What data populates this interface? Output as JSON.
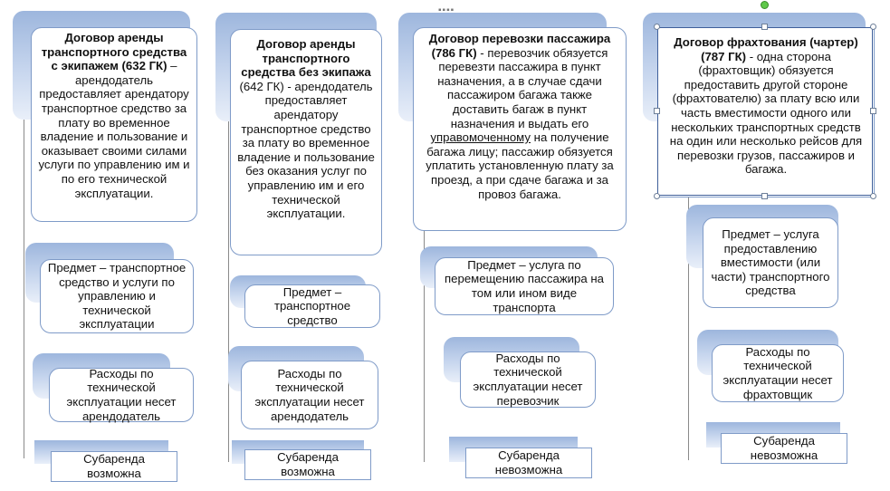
{
  "columns": [
    {
      "main": {
        "title": "Договор аренды транспортного средства с экипажем (632 ГК)",
        "text": " – арендодатель предоставляет арендатору транспортное средство за плату во временное владение и пользование и оказывает своими силами услуги по управлению им и по его технической эксплуатации."
      },
      "subject": "Предмет – транспортное средство и услуги по управлению и технической эксплуатации",
      "expenses": "Расходы по технической эксплуатации несет арендодатель",
      "sublease": "Субаренда возможна"
    },
    {
      "main": {
        "title": "Договор аренды транспортного средства без экипажа",
        "text": " (642 ГК) - арендодатель предоставляет арендатору транспортное средство за плату во временное владение и пользование без оказания услуг по управлению им и его технической эксплуатации."
      },
      "subject": "Предмет – транспортное средство",
      "expenses": "Расходы по технической эксплуатации несет арендодатель",
      "sublease": "Субаренда возможна"
    },
    {
      "main": {
        "title": "Договор перевозки пассажира (786 ГК)",
        "text_a": " - перевозчик обязуется перевезти пассажира в пункт назначения, а в случае сдачи пассажиром багажа также доставить багаж в пункт назначения и выдать его ",
        "text_underlined": "управомоченному",
        "text_b": " на получение багажа лицу; пассажир обязуется уплатить установленную плату за проезд, а при сдаче багажа и за провоз багажа."
      },
      "subject": "Предмет – услуга по перемещению пассажира на том или ином виде транспорта",
      "expenses": "Расходы по технической эксплуатации несет перевозчик",
      "sublease": "Субаренда невозможна"
    },
    {
      "main": {
        "title": "Договор фрахтования (чартер) (787 ГК)",
        "text": " - одна сторона (фрахтовщик) обязуется предоставить другой стороне (фрахтователю) за плату всю или часть вместимости одного или нескольких транспортных средств на один или несколько рейсов для перевозки грузов, пассажиров и багажа."
      },
      "subject": "Предмет – услуга предоставлению вместимости (или части) транспортного средства",
      "expenses": "Расходы по технической эксплуатации несет фрахтовщик",
      "sublease": "Субаренда невозможна"
    }
  ]
}
